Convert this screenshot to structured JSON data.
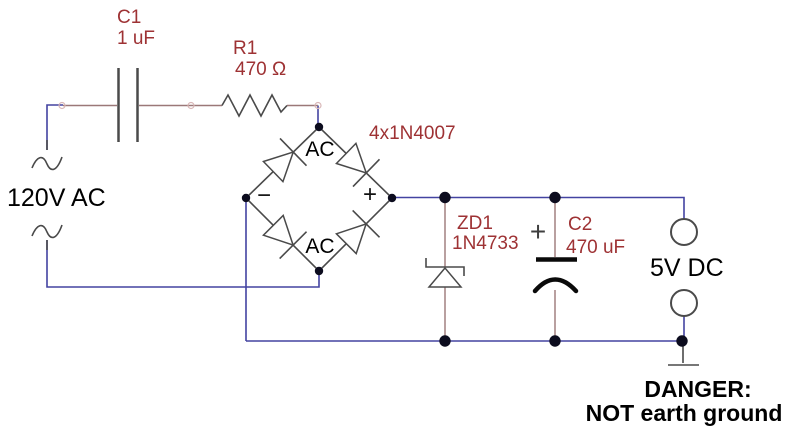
{
  "diagram_type": "circuit-schematic",
  "source": {
    "label": "120V AC"
  },
  "c1": {
    "ref": "C1",
    "value": "1 uF"
  },
  "r1": {
    "ref": "R1",
    "value": "470 Ω"
  },
  "bridge": {
    "part": "4x1N4007",
    "top_label": "AC",
    "bottom_label": "AC",
    "left_label": "−",
    "right_label": "+"
  },
  "zd1": {
    "ref": "ZD1",
    "value": "1N4733"
  },
  "c2": {
    "ref": "C2",
    "value": "470 uF",
    "polarity": "+"
  },
  "output": {
    "label": "5V DC"
  },
  "warning": {
    "line1": "DANGER:",
    "line2": "NOT earth ground"
  },
  "colors": {
    "label_red": "#9e3234",
    "wire_blue": "#4343a1",
    "lead_brown": "#9b7878",
    "symbol_gray": "#4a4a4a",
    "text_black": "#000000",
    "background": "#ffffff"
  }
}
